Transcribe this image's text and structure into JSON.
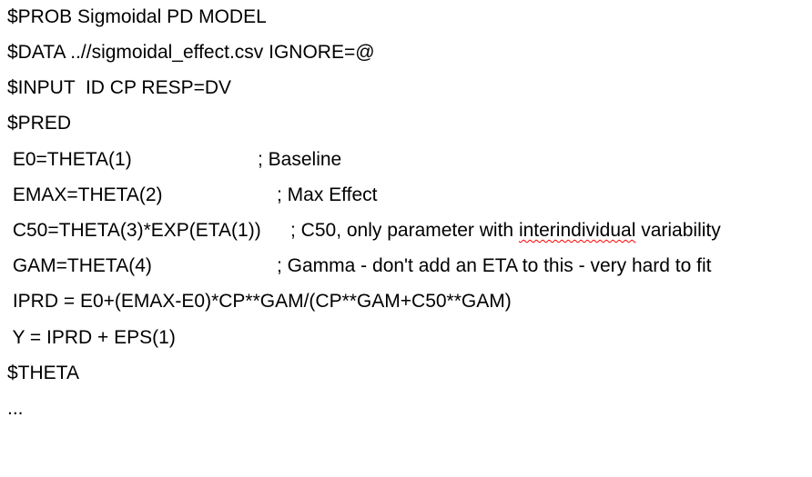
{
  "lines": [
    {
      "code": "$PROB Sigmoidal PD MODEL"
    },
    {
      "code": "$DATA ..//sigmoidal_effect.csv IGNORE=@"
    },
    {
      "code": "$INPUT  ID CP RESP=DV"
    },
    {
      "code": "$PRED"
    },
    {
      "code": " E0=THETA(1)",
      "comment": "; Baseline"
    },
    {
      "code": " EMAX=THETA(2)",
      "comment": "; Max Effect"
    },
    {
      "code": " C50=THETA(3)*EXP(ETA(1))",
      "comment_before": "; C50, only parameter with ",
      "comment_flagged": "interindividual",
      "comment_after": " variability"
    },
    {
      "code": " GAM=THETA(4)",
      "comment": "; Gamma - don't add an ETA to this - very hard to fit"
    },
    {
      "code": " IPRD = E0+(EMAX-E0)*CP**GAM/(CP**GAM+C50**GAM)"
    },
    {
      "code": " Y = IPRD + EPS(1)"
    },
    {
      "code": "$THETA"
    },
    {
      "code": "..."
    }
  ]
}
